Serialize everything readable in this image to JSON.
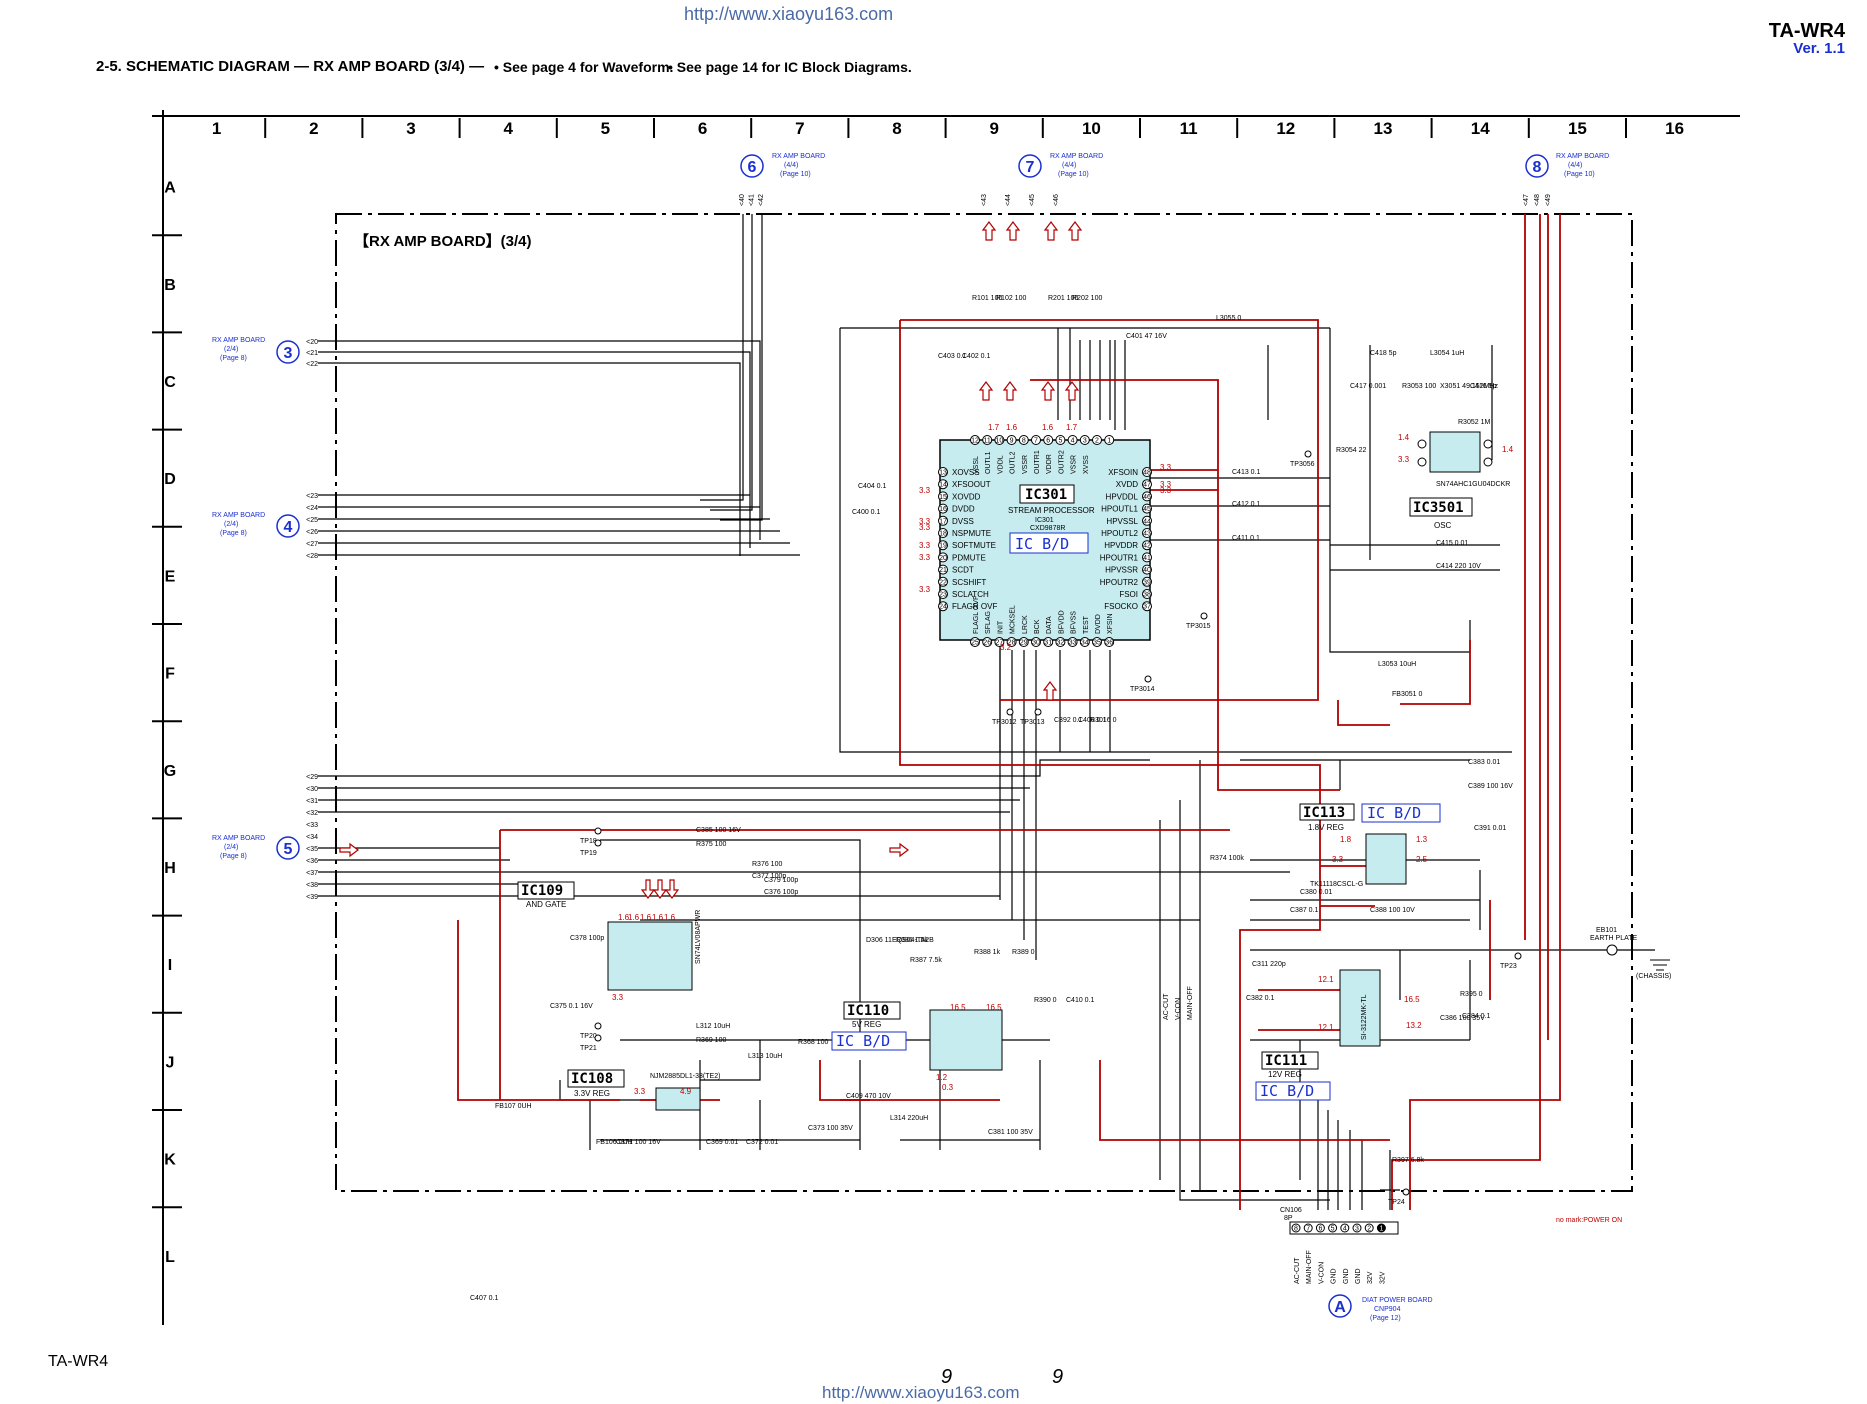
{
  "header": {
    "url_top": "http://www.xiaoyu163.com",
    "model": "TA-WR4",
    "version": "Ver. 1.1",
    "title": "2-5.  SCHEMATIC DIAGRAM  — RX AMP BOARD (3/4) —",
    "note1": "• See page 4 for Waveform.",
    "note2": "• See page 14 for IC Block Diagrams."
  },
  "grid": {
    "columns": [
      "1",
      "2",
      "3",
      "4",
      "5",
      "6",
      "7",
      "8",
      "9",
      "10",
      "11",
      "12",
      "13",
      "14",
      "15",
      "16"
    ],
    "rows": [
      "A",
      "B",
      "C",
      "D",
      "E",
      "F",
      "G",
      "H",
      "I",
      "J",
      "K",
      "L"
    ]
  },
  "board_label": "【RX AMP BOARD】(3/4)",
  "connectors": {
    "c3": {
      "num": "3",
      "label": "RX AMP BOARD",
      "sub": "(2/4)",
      "page": "(Page 8)",
      "pins": [
        "20",
        "21",
        "22"
      ]
    },
    "c4": {
      "num": "4",
      "label": "RX AMP BOARD",
      "sub": "(2/4)",
      "page": "(Page 8)",
      "pins": [
        "23",
        "24",
        "25",
        "26",
        "27",
        "28"
      ]
    },
    "c5": {
      "num": "5",
      "label": "RX AMP BOARD",
      "sub": "(2/4)",
      "page": "(Page 8)",
      "pins": [
        "29",
        "30",
        "31",
        "32",
        "33",
        "34",
        "35",
        "36",
        "37",
        "38",
        "39"
      ]
    },
    "c6": {
      "num": "6",
      "label": "RX AMP BOARD",
      "sub": "(4/4)",
      "page": "(Page 10)",
      "pins": [
        "40",
        "41",
        "42"
      ]
    },
    "c7": {
      "num": "7",
      "label": "RX AMP BOARD",
      "sub": "(4/4)",
      "page": "(Page 10)",
      "pins": [
        "43",
        "44",
        "45",
        "46"
      ]
    },
    "c8": {
      "num": "8",
      "label": "RX AMP BOARD",
      "sub": "(4/4)",
      "page": "(Page 10)",
      "pins": [
        "47",
        "48",
        "49"
      ]
    },
    "cA": {
      "num": "A",
      "label": "DIAT POWER BOARD",
      "sub": "CNP904",
      "page": "(Page 12)"
    }
  },
  "ics": {
    "ic301": {
      "name": "IC301",
      "bd": "IC B/D",
      "desc": "STREAM PROCESSOR",
      "part1": "IC301",
      "part2": "CXD9878R"
    },
    "ic3501": {
      "name": "IC3501",
      "desc": "OSC",
      "part": "SN74AHC1GU04DCKR"
    },
    "ic113": {
      "name": "IC113",
      "bd": "IC B/D",
      "desc": "1.8V REG",
      "part": "TK11118CSCL-G"
    },
    "ic109": {
      "name": "IC109",
      "desc": "AND GATE",
      "part": "SN74LV08APWR"
    },
    "ic110": {
      "name": "IC110",
      "desc": "5V REG",
      "bd": "IC B/D"
    },
    "ic108": {
      "name": "IC108",
      "desc": "3.3V REG",
      "part": "NJM2885DL1-33(TE2)"
    },
    "ic111": {
      "name": "IC111",
      "desc": "12V REG",
      "bd": "IC B/D",
      "part": "SI-3122MK-TL"
    }
  },
  "ic301_left_pins": [
    {
      "n": "13",
      "l": "XOVSS"
    },
    {
      "n": "14",
      "l": "XFSOOUT"
    },
    {
      "n": "15",
      "l": "XOVDD"
    },
    {
      "n": "16",
      "l": "DVDD"
    },
    {
      "n": "17",
      "l": "DVSS"
    },
    {
      "n": "18",
      "l": "NSPMUTE"
    },
    {
      "n": "19",
      "l": "SOFTMUTE"
    },
    {
      "n": "20",
      "l": "PDMUTE"
    },
    {
      "n": "21",
      "l": "SCDT"
    },
    {
      "n": "22",
      "l": "SCSHIFT"
    },
    {
      "n": "23",
      "l": "SCLATCH"
    },
    {
      "n": "24",
      "l": "FLAGR OVF"
    }
  ],
  "ic301_right_pins": [
    {
      "n": "48",
      "l": "XFSOIN"
    },
    {
      "n": "47",
      "l": "XVDD"
    },
    {
      "n": "46",
      "l": "HPVDDL"
    },
    {
      "n": "45",
      "l": "HPOUTL1"
    },
    {
      "n": "44",
      "l": "HPVSSL"
    },
    {
      "n": "43",
      "l": "HPOUTL2"
    },
    {
      "n": "42",
      "l": "HPVDDR"
    },
    {
      "n": "41",
      "l": "HPOUTR1"
    },
    {
      "n": "40",
      "l": "HPVSSR"
    },
    {
      "n": "39",
      "l": "HPOUTR2"
    },
    {
      "n": "38",
      "l": "FSOI"
    },
    {
      "n": "37",
      "l": "FSOCKO"
    }
  ],
  "ic301_top_pins": [
    "12",
    "11",
    "10",
    "9",
    "8",
    "7",
    "6",
    "5",
    "4",
    "3",
    "2",
    "1"
  ],
  "ic301_top_labels": [
    "VSSL",
    "OUTL1",
    "VDDL",
    "OUTL2",
    "VSSR",
    "OUTR1",
    "VDDR",
    "OUTR2",
    "VSSR",
    "XVSS",
    "",
    ""
  ],
  "ic301_bottom_pins": [
    "25",
    "26",
    "27",
    "28",
    "29",
    "30",
    "31",
    "32",
    "33",
    "34",
    "35",
    "36"
  ],
  "ic301_bottom_labels": [
    "FLAGL OVF",
    "SFLAG",
    "INIT",
    "MCKSEL",
    "LRCK",
    "BCK",
    "DATA",
    "BFVDD",
    "BFVSS",
    "TEST",
    "DVDD",
    "XFSIN"
  ],
  "chassis": {
    "eb": "EB101",
    "eb_label": "EARTH PLATE",
    "chassis_label": "(CHASSIS)"
  },
  "cn106": {
    "name": "CN106",
    "pins_count": "8P",
    "pins": [
      "8",
      "7",
      "6",
      "5",
      "4",
      "3",
      "2",
      "1"
    ],
    "labels": [
      "AC-CUT",
      "MAIN-OFF",
      "V-CON",
      "GND",
      "GND",
      "GND",
      "32V",
      "32V"
    ]
  },
  "power_note": "no mark:POWER ON",
  "wire_labels": [
    "AC-CUT",
    "V-CON",
    "MAIN-OFF"
  ],
  "voltages_red": [
    "3.3",
    "3.3",
    "3.3",
    "3.3",
    "3.3",
    "3.3",
    "3.3",
    "3.3",
    "3.3",
    "1.4",
    "1.4",
    "3.3",
    "1.8",
    "1.3",
    "3.3",
    "2.5",
    "12.1",
    "16.5",
    "12.1",
    "13.2",
    "4.9",
    "3.3",
    "1.6",
    "1.6",
    "1.6",
    "1.6",
    "1.6",
    "3.3",
    "3.2",
    "16.5",
    "16.5",
    "1.2",
    "0.3",
    "1.7",
    "1.6",
    "1.6",
    "1.7"
  ],
  "components": [
    "R101 100",
    "R102 100",
    "R201 100",
    "R202 100",
    "C403 0.1",
    "C402 0.1",
    "C401 47 16V",
    "L3055 0",
    "C418 5p",
    "L3054 1uH",
    "C417 0.001",
    "R3053 100",
    "X3051 49.152MHz",
    "C416 5p",
    "R3052 1M",
    "R3054 22",
    "C404 0.1",
    "C400 0.1",
    "C413 0.1",
    "C412 0.1",
    "C411 0.1",
    "C415 0.01",
    "C414 220 10V",
    "L3053 10uH",
    "FB3051 0",
    "C383 0.01",
    "C389 100 16V",
    "C391 0.01",
    "C380 0.01",
    "C387 0.1",
    "C388 100 10V",
    "R374 100k",
    "C385 100 16V",
    "R375 100",
    "R376 100",
    "C377 100p",
    "C379 100p",
    "C376 100p",
    "C378 100p",
    "C375 0.1 16V",
    "L312 10uH",
    "R369 100",
    "R368 100",
    "L313 10uH",
    "FB107 0UH",
    "FB106 0UH",
    "C371 100 16V",
    "C369 0.01",
    "C372 0.01",
    "C373 100 35V",
    "C409 470 10V",
    "L314 220uH",
    "D306 11EQS04-TA2B",
    "R386 1.5k",
    "R387 7.5k",
    "R388 1k",
    "R389 0",
    "R390 0",
    "C410 0.1",
    "C381 100 35V",
    "C311 220p",
    "C382 0.1",
    "R395 0",
    "C384 0.1",
    "C386 100 35V",
    "R397 6.8k",
    "C392 0.1",
    "C406 0.1",
    "R3016 0",
    "C407 0.1"
  ],
  "test_points": [
    "TP3056",
    "TP3015",
    "TP3014",
    "TP3012",
    "TP3013",
    "TP18",
    "TP19",
    "TP20",
    "TP21",
    "TP23",
    "TP24"
  ],
  "footer": {
    "model": "TA-WR4",
    "page_left": "9",
    "page_right": "9",
    "url_bottom": "http://www.xiaoyu163.com"
  }
}
